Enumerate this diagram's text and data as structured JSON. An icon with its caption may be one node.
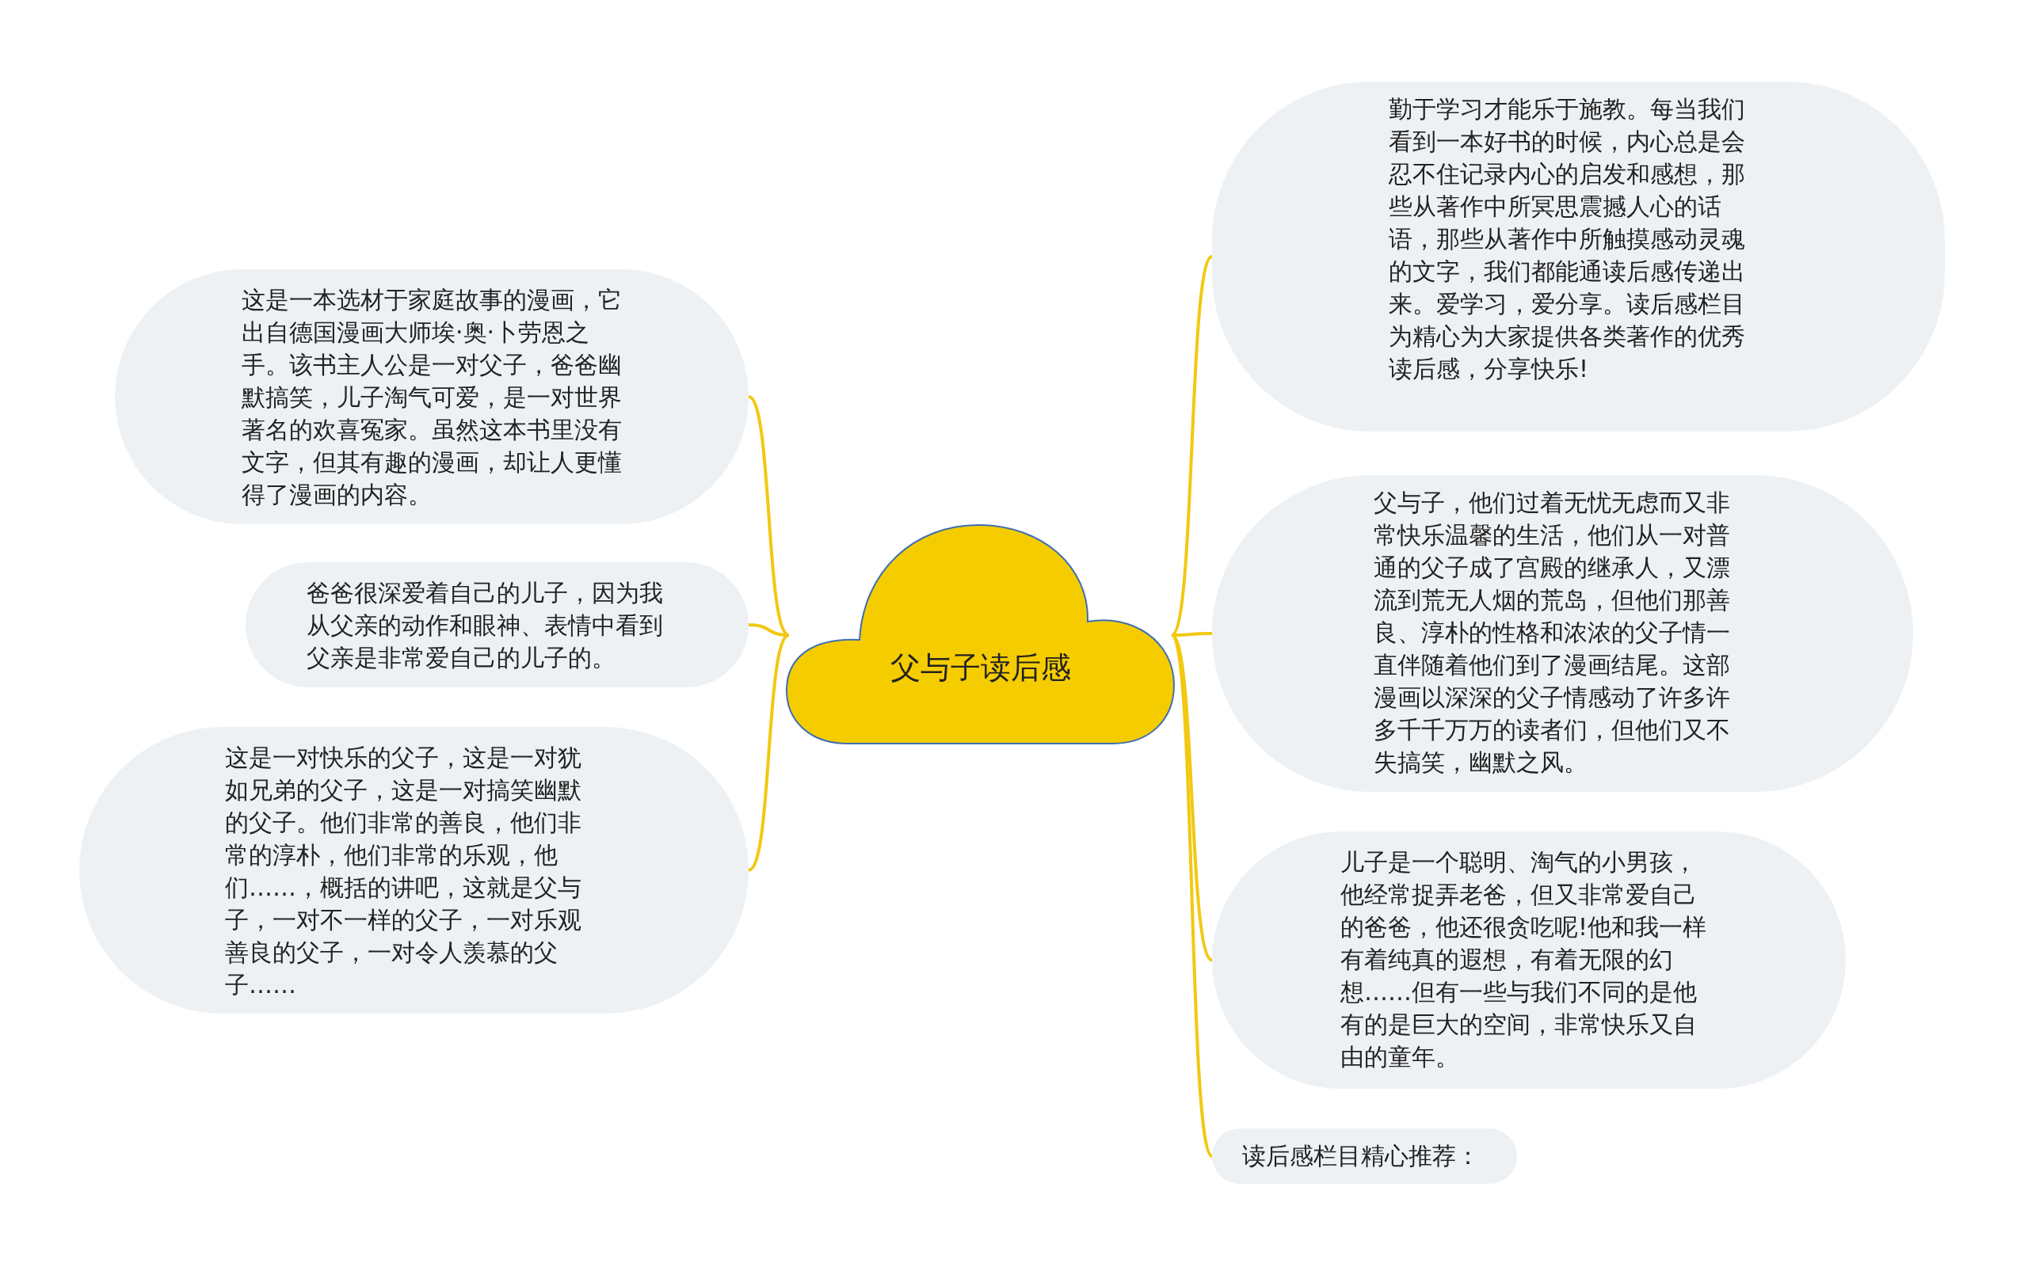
{
  "diagram": {
    "nodes": [
      {
        "text": [
          "父与子读后感"
        ]
      },
      {
        "text": [
          "这是一本选材于家庭故事的漫画，它出自德国漫画大师埃·奥·卜劳恩之手。该书主人公是一对父子，爸爸幽默搞笑，儿子淘气可爱，是一对世界著名的欢喜冤家。虽然这本书里没有文字，但其有趣的漫画，却让人更懂得了漫画的内容。"
        ]
      },
      {
        "text": [
          "爸爸很深爱着自己的儿子，因为我从父亲的动作和眼神、表情中看到父亲是非常爱自己的儿子的。"
        ]
      },
      {
        "text": [
          "这是一对快乐的父子，这是一对犹如兄弟的父子，这是一对搞笑幽默的父子。他们非常的善良，他们非常的淳朴，他们非常的乐观，他们……，概括的讲吧，这就是父与子，一对不一样的父子，一对乐观善良的父子，一对令人羡慕的父子……"
        ]
      },
      {
        "text": [
          "勤于学习才能乐于施教。每当我们看到一本好书的时候，内心总是会忍不住记录内心的启发和感想，那些从著作中所冥思震撼人心的话语，那些从著作中所触摸感动灵魂的文字，我们都能通读后感传递出来。爱学习，爱分享。读后感栏目为精心为大家提供各类著作的优秀读后感，分享快乐!"
        ]
      },
      {
        "text": [
          "父与子，他们过着无忧无虑而又非常快乐温馨的生活，他们从一对普通的父子成了宫殿的继承人，又漂流到荒无人烟的荒岛，但他们那善良、淳朴的性格和浓浓的父子情一直伴随着他们到了漫画结尾。这部漫画以深深的父子情感动了许多许多千千万万的读者们，但他们又不失搞笑，幽默之风。"
        ]
      },
      {
        "text": [
          "儿子是一个聪明、淘气的小男孩，他经常捉弄老爸，但又非常爱自己的爸爸，他还很贪吃呢!他和我一样有着纯真的遐想，有着无限的幻想……但有一些与我们不同的是他有的是巨大的空间，非常快乐又自由的童年。"
        ]
      },
      {
        "text": [
          "读后感栏目精心推荐："
        ]
      }
    ],
    "edges": [
      {
        "from": 0,
        "to": 1,
        "arrow": "none"
      },
      {
        "from": 0,
        "to": 2,
        "arrow": "none"
      },
      {
        "from": 0,
        "to": 3,
        "arrow": "none"
      },
      {
        "from": 0,
        "to": 4,
        "arrow": "none"
      },
      {
        "from": 0,
        "to": 5,
        "arrow": "none"
      },
      {
        "from": 0,
        "to": 6,
        "arrow": "none"
      },
      {
        "from": 0,
        "to": 7,
        "arrow": "none"
      }
    ]
  }
}
